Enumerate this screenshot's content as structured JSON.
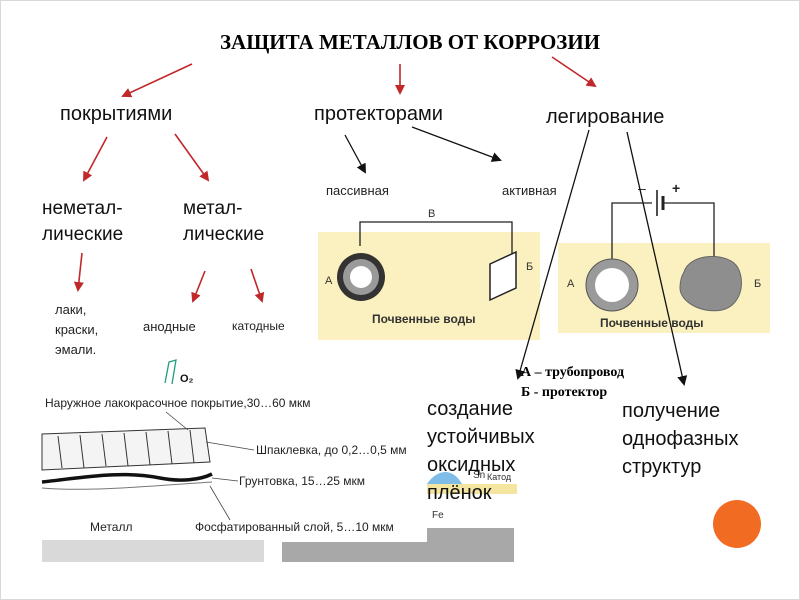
{
  "title": "ЗАЩИТА МЕТАЛЛОВ ОТ КОРРОЗИИ",
  "branches": {
    "coatings": "покрытиями",
    "protectors": "протекторами",
    "alloying": "легирование"
  },
  "coatings": {
    "nonmetal_line1": "неметал-",
    "nonmetal_line2": "лические",
    "metal_line1": "метал-",
    "metal_line2": "лические",
    "nonmetal_examples": [
      "лаки,",
      "краски,",
      "эмали."
    ],
    "anodic": "анодные",
    "cathodic": "катодные"
  },
  "protectors": {
    "passive": "пассивная",
    "active": "активная",
    "soil_label": "Почвенные воды",
    "label_a": "А",
    "label_b": "Б",
    "label_v": "В",
    "minus": "–",
    "plus": "+"
  },
  "legend": {
    "line1": "А – трубопровод",
    "line2": "Б - протектор"
  },
  "alloying_results": {
    "left": [
      "создание",
      "устойчивых",
      "оксидных",
      "плёнок"
    ],
    "right": [
      "получение",
      "однофазных",
      "структур"
    ]
  },
  "layer_diagram": {
    "o2": "O₂",
    "paint": "Наружное лакокрасочное покрытие,30…60 мкм",
    "putty": "Шпаклевка, до 0,2…0,5 мм",
    "primer": "Грунтовка, 15…25 мкм",
    "metal": "Металл",
    "phosphate": "Фосфатированный слой, 5…10 мкм"
  },
  "tin_diagram": {
    "sn": "Sn",
    "cathode": "Катод",
    "fe": "Fe"
  },
  "colors": {
    "arrow_red": "#c0282a",
    "arrow_black": "#111111",
    "soil": "#fbf0bf",
    "accent_orange": "#f26b22",
    "pipe_gray": "#9a9a9a"
  }
}
